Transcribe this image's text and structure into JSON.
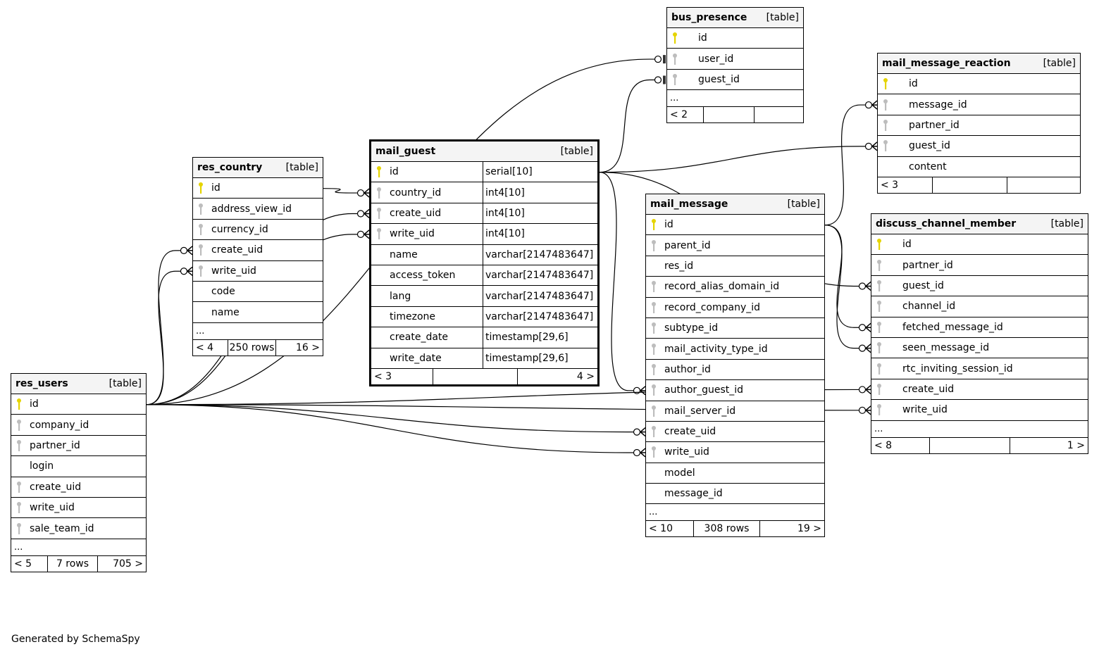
{
  "caption": "Generated by SchemaSpy",
  "colors": {
    "primary_key": "#e5d400",
    "foreign_key": "#bdbdbd",
    "header_bg": "#f4f4f4"
  },
  "tables": {
    "bus_presence": {
      "name": "bus_presence",
      "type": "[table]",
      "columns": [
        {
          "name": "id",
          "key": "primary"
        },
        {
          "name": "user_id",
          "key": "foreign"
        },
        {
          "name": "guest_id",
          "key": "foreign"
        }
      ],
      "ellipsis": "...",
      "footer": [
        "< 2",
        "",
        ""
      ]
    },
    "mail_message_reaction": {
      "name": "mail_message_reaction",
      "type": "[table]",
      "columns": [
        {
          "name": "id",
          "key": "primary"
        },
        {
          "name": "message_id",
          "key": "foreign"
        },
        {
          "name": "partner_id",
          "key": "foreign"
        },
        {
          "name": "guest_id",
          "key": "foreign"
        },
        {
          "name": "content",
          "key": "none"
        }
      ],
      "footer": [
        "< 3",
        "",
        ""
      ]
    },
    "res_country": {
      "name": "res_country",
      "type": "[table]",
      "columns": [
        {
          "name": "id",
          "key": "primary"
        },
        {
          "name": "address_view_id",
          "key": "foreign"
        },
        {
          "name": "currency_id",
          "key": "foreign"
        },
        {
          "name": "create_uid",
          "key": "foreign"
        },
        {
          "name": "write_uid",
          "key": "foreign"
        },
        {
          "name": "code",
          "key": "none"
        },
        {
          "name": "name",
          "key": "none"
        }
      ],
      "ellipsis": "...",
      "footer": [
        "< 4",
        "250 rows",
        "16 >"
      ]
    },
    "mail_guest": {
      "name": "mail_guest",
      "type": "[table]",
      "columns": [
        {
          "name": "id",
          "key": "primary",
          "type": "serial[10]"
        },
        {
          "name": "country_id",
          "key": "foreign",
          "type": "int4[10]"
        },
        {
          "name": "create_uid",
          "key": "foreign",
          "type": "int4[10]"
        },
        {
          "name": "write_uid",
          "key": "foreign",
          "type": "int4[10]"
        },
        {
          "name": "name",
          "key": "none",
          "type": "varchar[2147483647]"
        },
        {
          "name": "access_token",
          "key": "none",
          "type": "varchar[2147483647]"
        },
        {
          "name": "lang",
          "key": "none",
          "type": "varchar[2147483647]"
        },
        {
          "name": "timezone",
          "key": "none",
          "type": "varchar[2147483647]"
        },
        {
          "name": "create_date",
          "key": "none",
          "type": "timestamp[29,6]"
        },
        {
          "name": "write_date",
          "key": "none",
          "type": "timestamp[29,6]"
        }
      ],
      "footer": [
        "< 3",
        "",
        "4 >"
      ]
    },
    "mail_message": {
      "name": "mail_message",
      "type": "[table]",
      "columns": [
        {
          "name": "id",
          "key": "primary"
        },
        {
          "name": "parent_id",
          "key": "foreign"
        },
        {
          "name": "res_id",
          "key": "none"
        },
        {
          "name": "record_alias_domain_id",
          "key": "foreign"
        },
        {
          "name": "record_company_id",
          "key": "foreign"
        },
        {
          "name": "subtype_id",
          "key": "foreign"
        },
        {
          "name": "mail_activity_type_id",
          "key": "foreign"
        },
        {
          "name": "author_id",
          "key": "foreign"
        },
        {
          "name": "author_guest_id",
          "key": "foreign"
        },
        {
          "name": "mail_server_id",
          "key": "foreign"
        },
        {
          "name": "create_uid",
          "key": "foreign"
        },
        {
          "name": "write_uid",
          "key": "foreign"
        },
        {
          "name": "model",
          "key": "none"
        },
        {
          "name": "message_id",
          "key": "none"
        }
      ],
      "ellipsis": "...",
      "footer": [
        "< 10",
        "308 rows",
        "19 >"
      ]
    },
    "discuss_channel_member": {
      "name": "discuss_channel_member",
      "type": "[table]",
      "columns": [
        {
          "name": "id",
          "key": "primary"
        },
        {
          "name": "partner_id",
          "key": "foreign"
        },
        {
          "name": "guest_id",
          "key": "foreign"
        },
        {
          "name": "channel_id",
          "key": "foreign"
        },
        {
          "name": "fetched_message_id",
          "key": "foreign"
        },
        {
          "name": "seen_message_id",
          "key": "foreign"
        },
        {
          "name": "rtc_inviting_session_id",
          "key": "foreign"
        },
        {
          "name": "create_uid",
          "key": "foreign"
        },
        {
          "name": "write_uid",
          "key": "foreign"
        }
      ],
      "ellipsis": "...",
      "footer": [
        "< 8",
        "",
        "1 >"
      ]
    },
    "res_users": {
      "name": "res_users",
      "type": "[table]",
      "columns": [
        {
          "name": "id",
          "key": "primary"
        },
        {
          "name": "company_id",
          "key": "foreign"
        },
        {
          "name": "partner_id",
          "key": "foreign"
        },
        {
          "name": "login",
          "key": "none"
        },
        {
          "name": "create_uid",
          "key": "foreign"
        },
        {
          "name": "write_uid",
          "key": "foreign"
        },
        {
          "name": "sale_team_id",
          "key": "foreign"
        }
      ],
      "ellipsis": "...",
      "footer": [
        "< 5",
        "7 rows",
        "705 >"
      ]
    }
  },
  "relationships": [
    {
      "from": "res_users.id",
      "to": "bus_presence.user_id",
      "cardinality": "one-to-zero-or-one"
    },
    {
      "from": "mail_guest.id",
      "to": "bus_presence.guest_id",
      "cardinality": "one-to-zero-or-one"
    },
    {
      "from": "mail_message.id",
      "to": "mail_message_reaction.message_id",
      "cardinality": "one-to-zero-or-many"
    },
    {
      "from": "mail_guest.id",
      "to": "mail_message_reaction.guest_id",
      "cardinality": "one-to-zero-or-many"
    },
    {
      "from": "res_country.id",
      "to": "mail_guest.country_id",
      "cardinality": "one-to-zero-or-many"
    },
    {
      "from": "res_users.id",
      "to": "mail_guest.create_uid",
      "cardinality": "one-to-zero-or-many"
    },
    {
      "from": "res_users.id",
      "to": "mail_guest.write_uid",
      "cardinality": "one-to-zero-or-many"
    },
    {
      "from": "res_users.id",
      "to": "res_country.create_uid",
      "cardinality": "one-to-zero-or-many"
    },
    {
      "from": "res_users.id",
      "to": "res_country.write_uid",
      "cardinality": "one-to-zero-or-many"
    },
    {
      "from": "mail_guest.id",
      "to": "mail_message.author_guest_id",
      "cardinality": "one-to-zero-or-many"
    },
    {
      "from": "res_users.id",
      "to": "mail_message.create_uid",
      "cardinality": "one-to-zero-or-many"
    },
    {
      "from": "res_users.id",
      "to": "mail_message.write_uid",
      "cardinality": "one-to-zero-or-many"
    },
    {
      "from": "mail_guest.id",
      "to": "discuss_channel_member.guest_id",
      "cardinality": "one-to-zero-or-many"
    },
    {
      "from": "mail_message.id",
      "to": "discuss_channel_member.fetched_message_id",
      "cardinality": "one-to-zero-or-many"
    },
    {
      "from": "mail_message.id",
      "to": "discuss_channel_member.seen_message_id",
      "cardinality": "one-to-zero-or-many"
    },
    {
      "from": "res_users.id",
      "to": "discuss_channel_member.create_uid",
      "cardinality": "one-to-zero-or-many"
    },
    {
      "from": "res_users.id",
      "to": "discuss_channel_member.write_uid",
      "cardinality": "one-to-zero-or-many"
    }
  ]
}
